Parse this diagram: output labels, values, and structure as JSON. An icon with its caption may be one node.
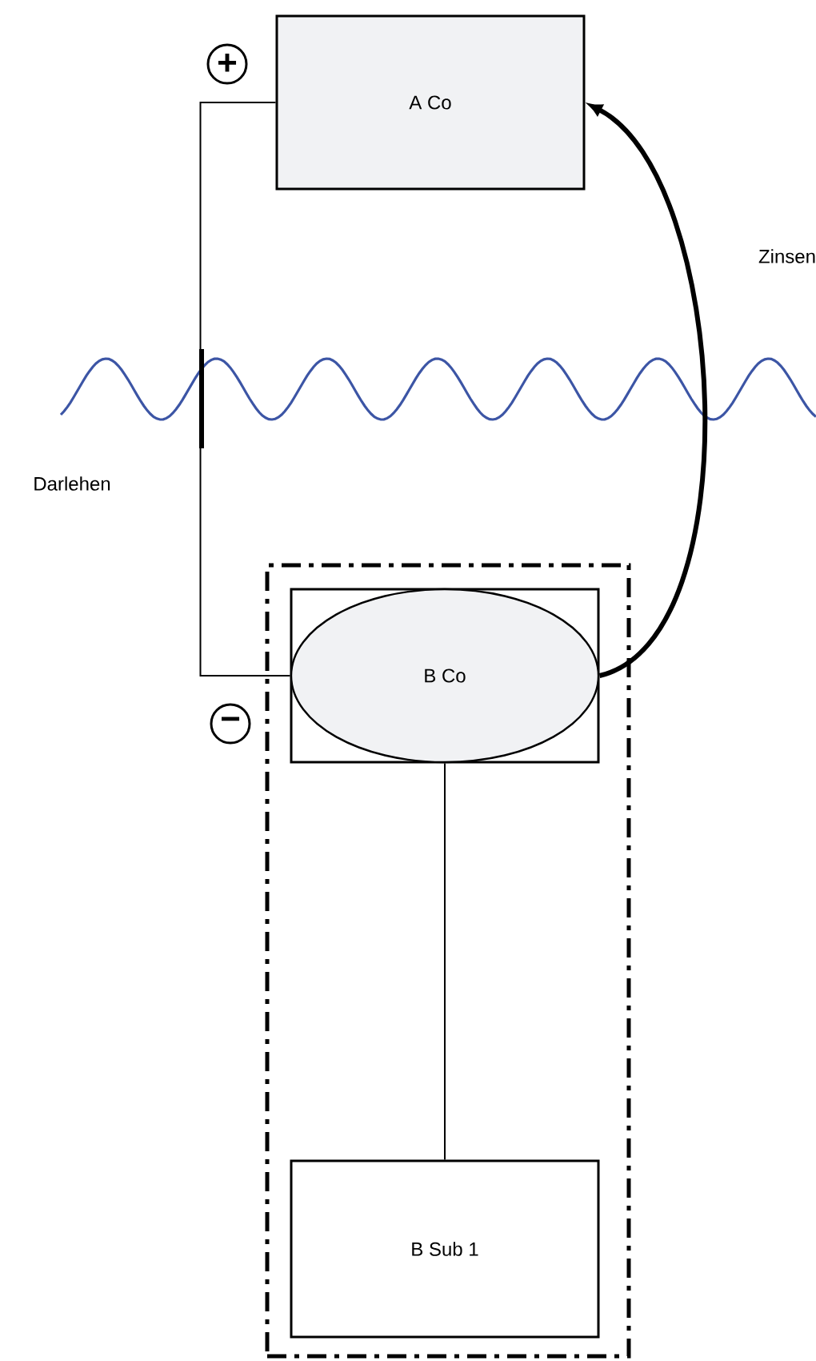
{
  "diagram": {
    "nodes": [
      {
        "text": [
          "A Co"
        ]
      },
      {
        "text": [],
        "shape": "box"
      },
      {
        "text": [],
        "shape": "box",
        "in": 1
      },
      {
        "text": [
          "B Co"
        ],
        "in": 2
      },
      {
        "text": [
          "B Sub 1"
        ],
        "in": 1
      }
    ],
    "edges": [
      {
        "from": 0,
        "to": 2,
        "arrow": "none",
        "label": "Darlehen"
      },
      {
        "from": 2,
        "to": 0,
        "arrow": "to",
        "label": "Zinsen",
        "style": "thick"
      },
      {
        "from": 2,
        "to": 4,
        "arrow": "none"
      }
    ],
    "labels": [
      "+",
      "−"
    ]
  }
}
